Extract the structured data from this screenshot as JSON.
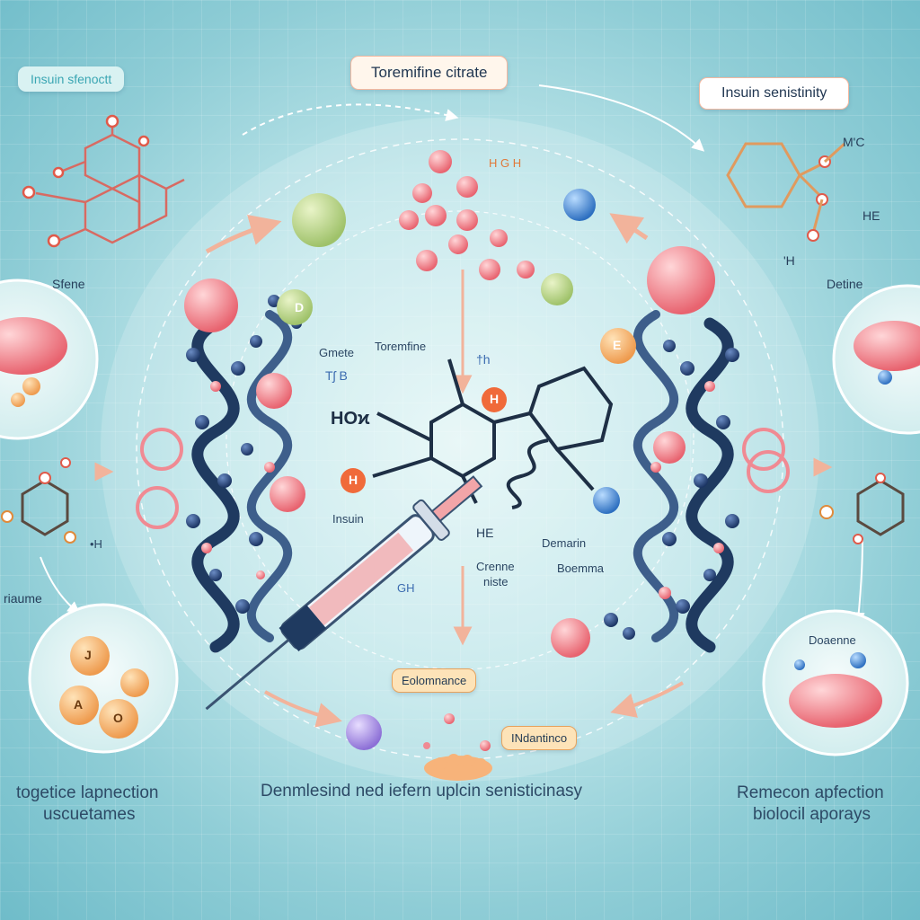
{
  "labels": {
    "top_left_tag": "Insuin sfenoctt",
    "center_title": "Toremifine citrate",
    "top_right_tag": "Insuin senistinity",
    "left_mid": "Sfene",
    "right_mid": "Detine",
    "left_low": "riaume",
    "right_low_circle": "Doaenne",
    "c_toremifine": "Toremfine",
    "c_gmete": "Gmete",
    "c_tb": "Tʃ B",
    "c_hox": "HOϰ",
    "c_th": "†h",
    "c_insulin": "Insuin",
    "c_he": "HE",
    "c_demarin": "Demarin",
    "c_boemma": "Boemma",
    "c_crenne": "Crenne",
    "c_niste": "niste",
    "c_gh": "GH",
    "tag_low1": "Eolomnance",
    "tag_low2": "INdantinco",
    "bottom_left_1": "togetice lapnection",
    "bottom_left_2": "uscuetames",
    "bottom_center": "Denmlesind ned iefern uplcin senisticinasy",
    "bottom_right_1": "Remecon apfection",
    "bottom_right_2": "biolocil aporays",
    "mol_right_1": "MʹC",
    "mol_right_2": "HE",
    "mol_right_3": "ʹH",
    "mol_left_oh": "•H",
    "mol_top_hs": "H  G H",
    "sphere_D": "D",
    "sphere_E": "E",
    "sphere_J": "J",
    "sphere_A": "A",
    "sphere_O": "O",
    "atom_H": "H"
  },
  "colors": {
    "background": "#8fcdd6",
    "dna_strand": "#1f3a60",
    "sphere_pink": "#f08a93",
    "sphere_orange": "#f6b56a",
    "arrow_orange": "#f2b39b",
    "accent_teal": "#3aa6b3"
  }
}
